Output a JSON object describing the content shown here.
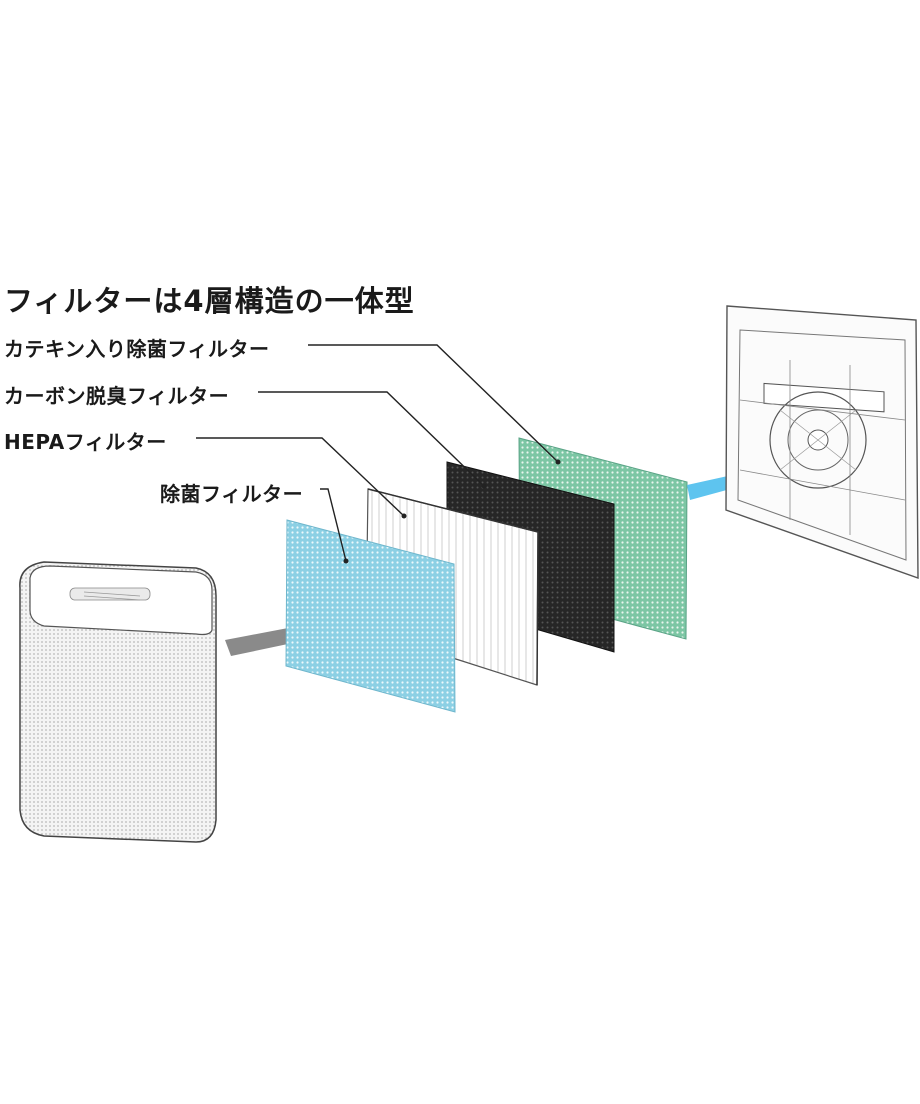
{
  "title": "フィルターは4層構造の一体型",
  "labels": {
    "catechin": "カテキン入り除菌フィルター",
    "carbon": "カーボン脱臭フィルター",
    "hepa": "HEPAフィルター",
    "antibacterial": "除菌フィルター"
  },
  "colors": {
    "antibacterial_filter": "#8cd0e4",
    "hepa_filter": "#ffffff",
    "carbon_filter": "#2b2b2b",
    "catechin_filter": "#7cc6a4",
    "air_in_arrow": "#8a8a8a",
    "air_out_arrow": "#5ec4ef"
  }
}
